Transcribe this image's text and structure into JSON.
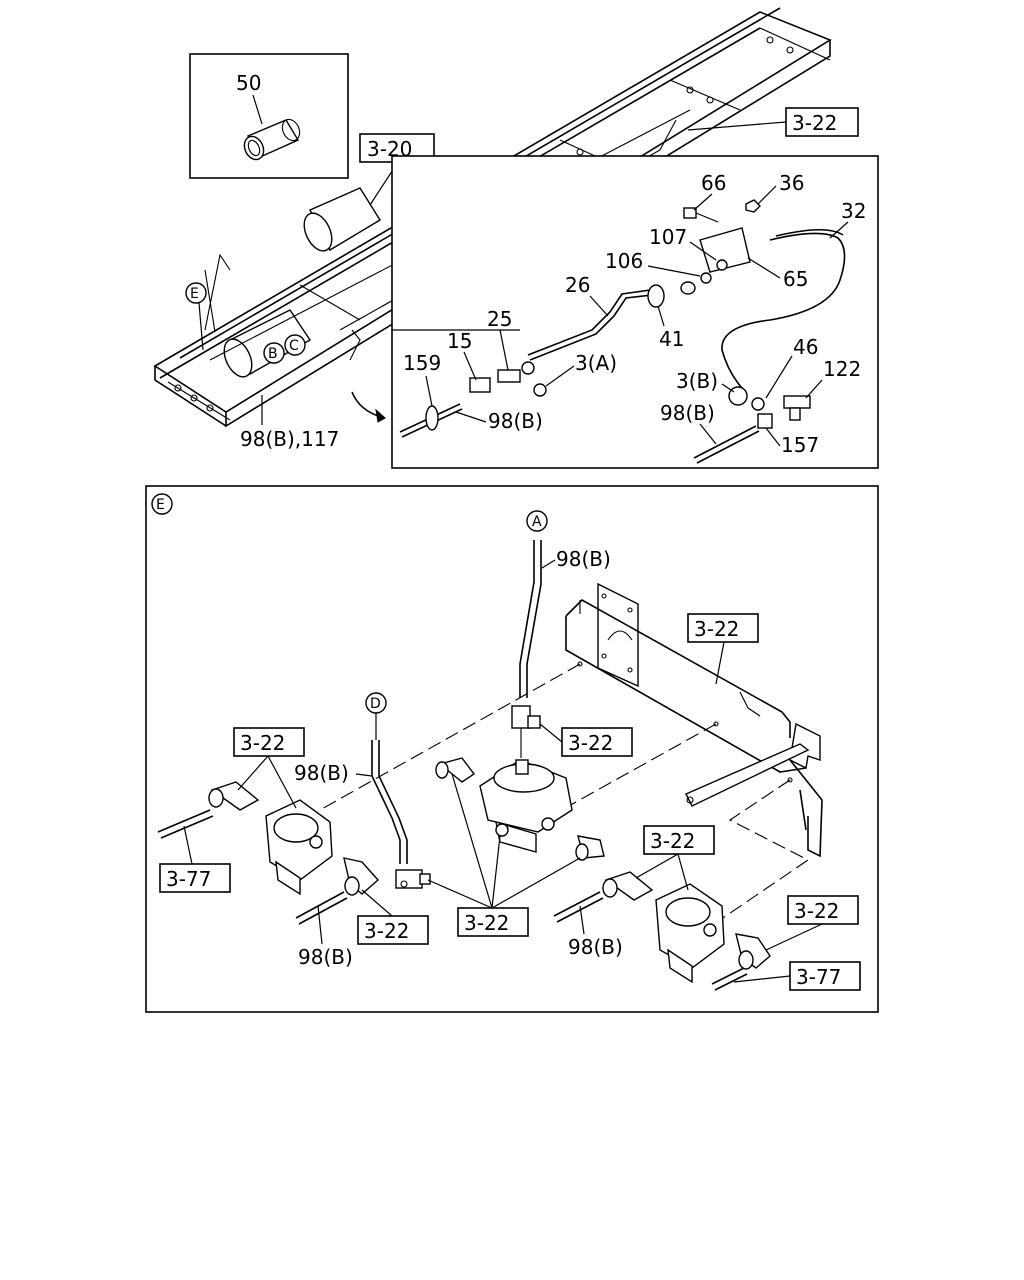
{
  "top_section": {
    "detail_50": "50",
    "ref_3_20": "3-20",
    "ref_3_22": "3-22",
    "circle_e": "E",
    "circle_b": "B",
    "circle_c": "C",
    "frame_label": "98(B),117"
  },
  "inset": {
    "p66": "66",
    "p36": "36",
    "p32": "32",
    "p107": "107",
    "p106": "106",
    "p65": "65",
    "p26": "26",
    "p41": "41",
    "p25": "25",
    "p15": "15",
    "p159": "159",
    "p3a": "3(A)",
    "p98b_a": "98(B)",
    "p46": "46",
    "p3b": "3(B)",
    "p122": "122",
    "p98b_b": "98(B)",
    "p157": "157"
  },
  "detail_e": {
    "circle_e": "E",
    "circle_a": "A",
    "circle_d": "D",
    "p98b_top": "98(B)",
    "p98b_d": "98(B)",
    "p98b_left": "98(B)",
    "p98b_right": "98(B)",
    "ref_bracket": "3-22",
    "ref_tee": "3-22",
    "ref_left_valve": "3-22",
    "ref_right_valve": "3-22",
    "ref_right_lower": "3-22",
    "ref_center_low": "3-22",
    "ref_bottom_mid": "3-22",
    "ref_377_left": "3-77",
    "ref_377_right": "3-77"
  }
}
